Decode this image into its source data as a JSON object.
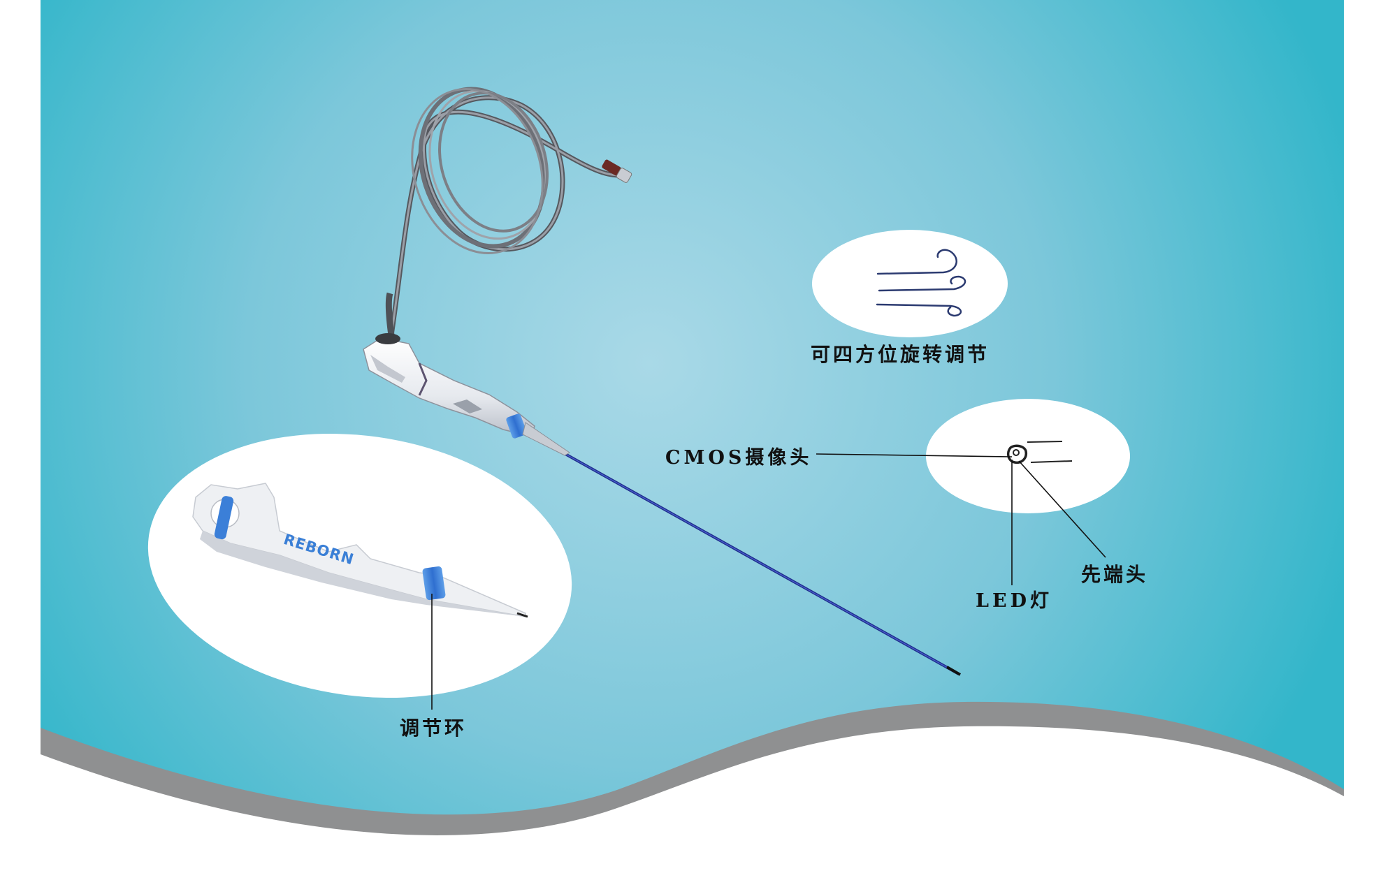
{
  "labels": {
    "rotation": "可四方位旋转调节",
    "cmos_camera": "CMOS摄像头",
    "distal_tip": "先端头",
    "led_light": "LED灯",
    "adjust_ring": "调节环"
  },
  "brand": "REBORN",
  "colors": {
    "background_center": "#a8d8e6",
    "background_edge": "#38b8cc",
    "wave_gray": "#8f9091",
    "insertion_tube": "#1f2f8c",
    "accent_blue": "#3a7fd6",
    "cable_gray": "#7c7f86"
  }
}
